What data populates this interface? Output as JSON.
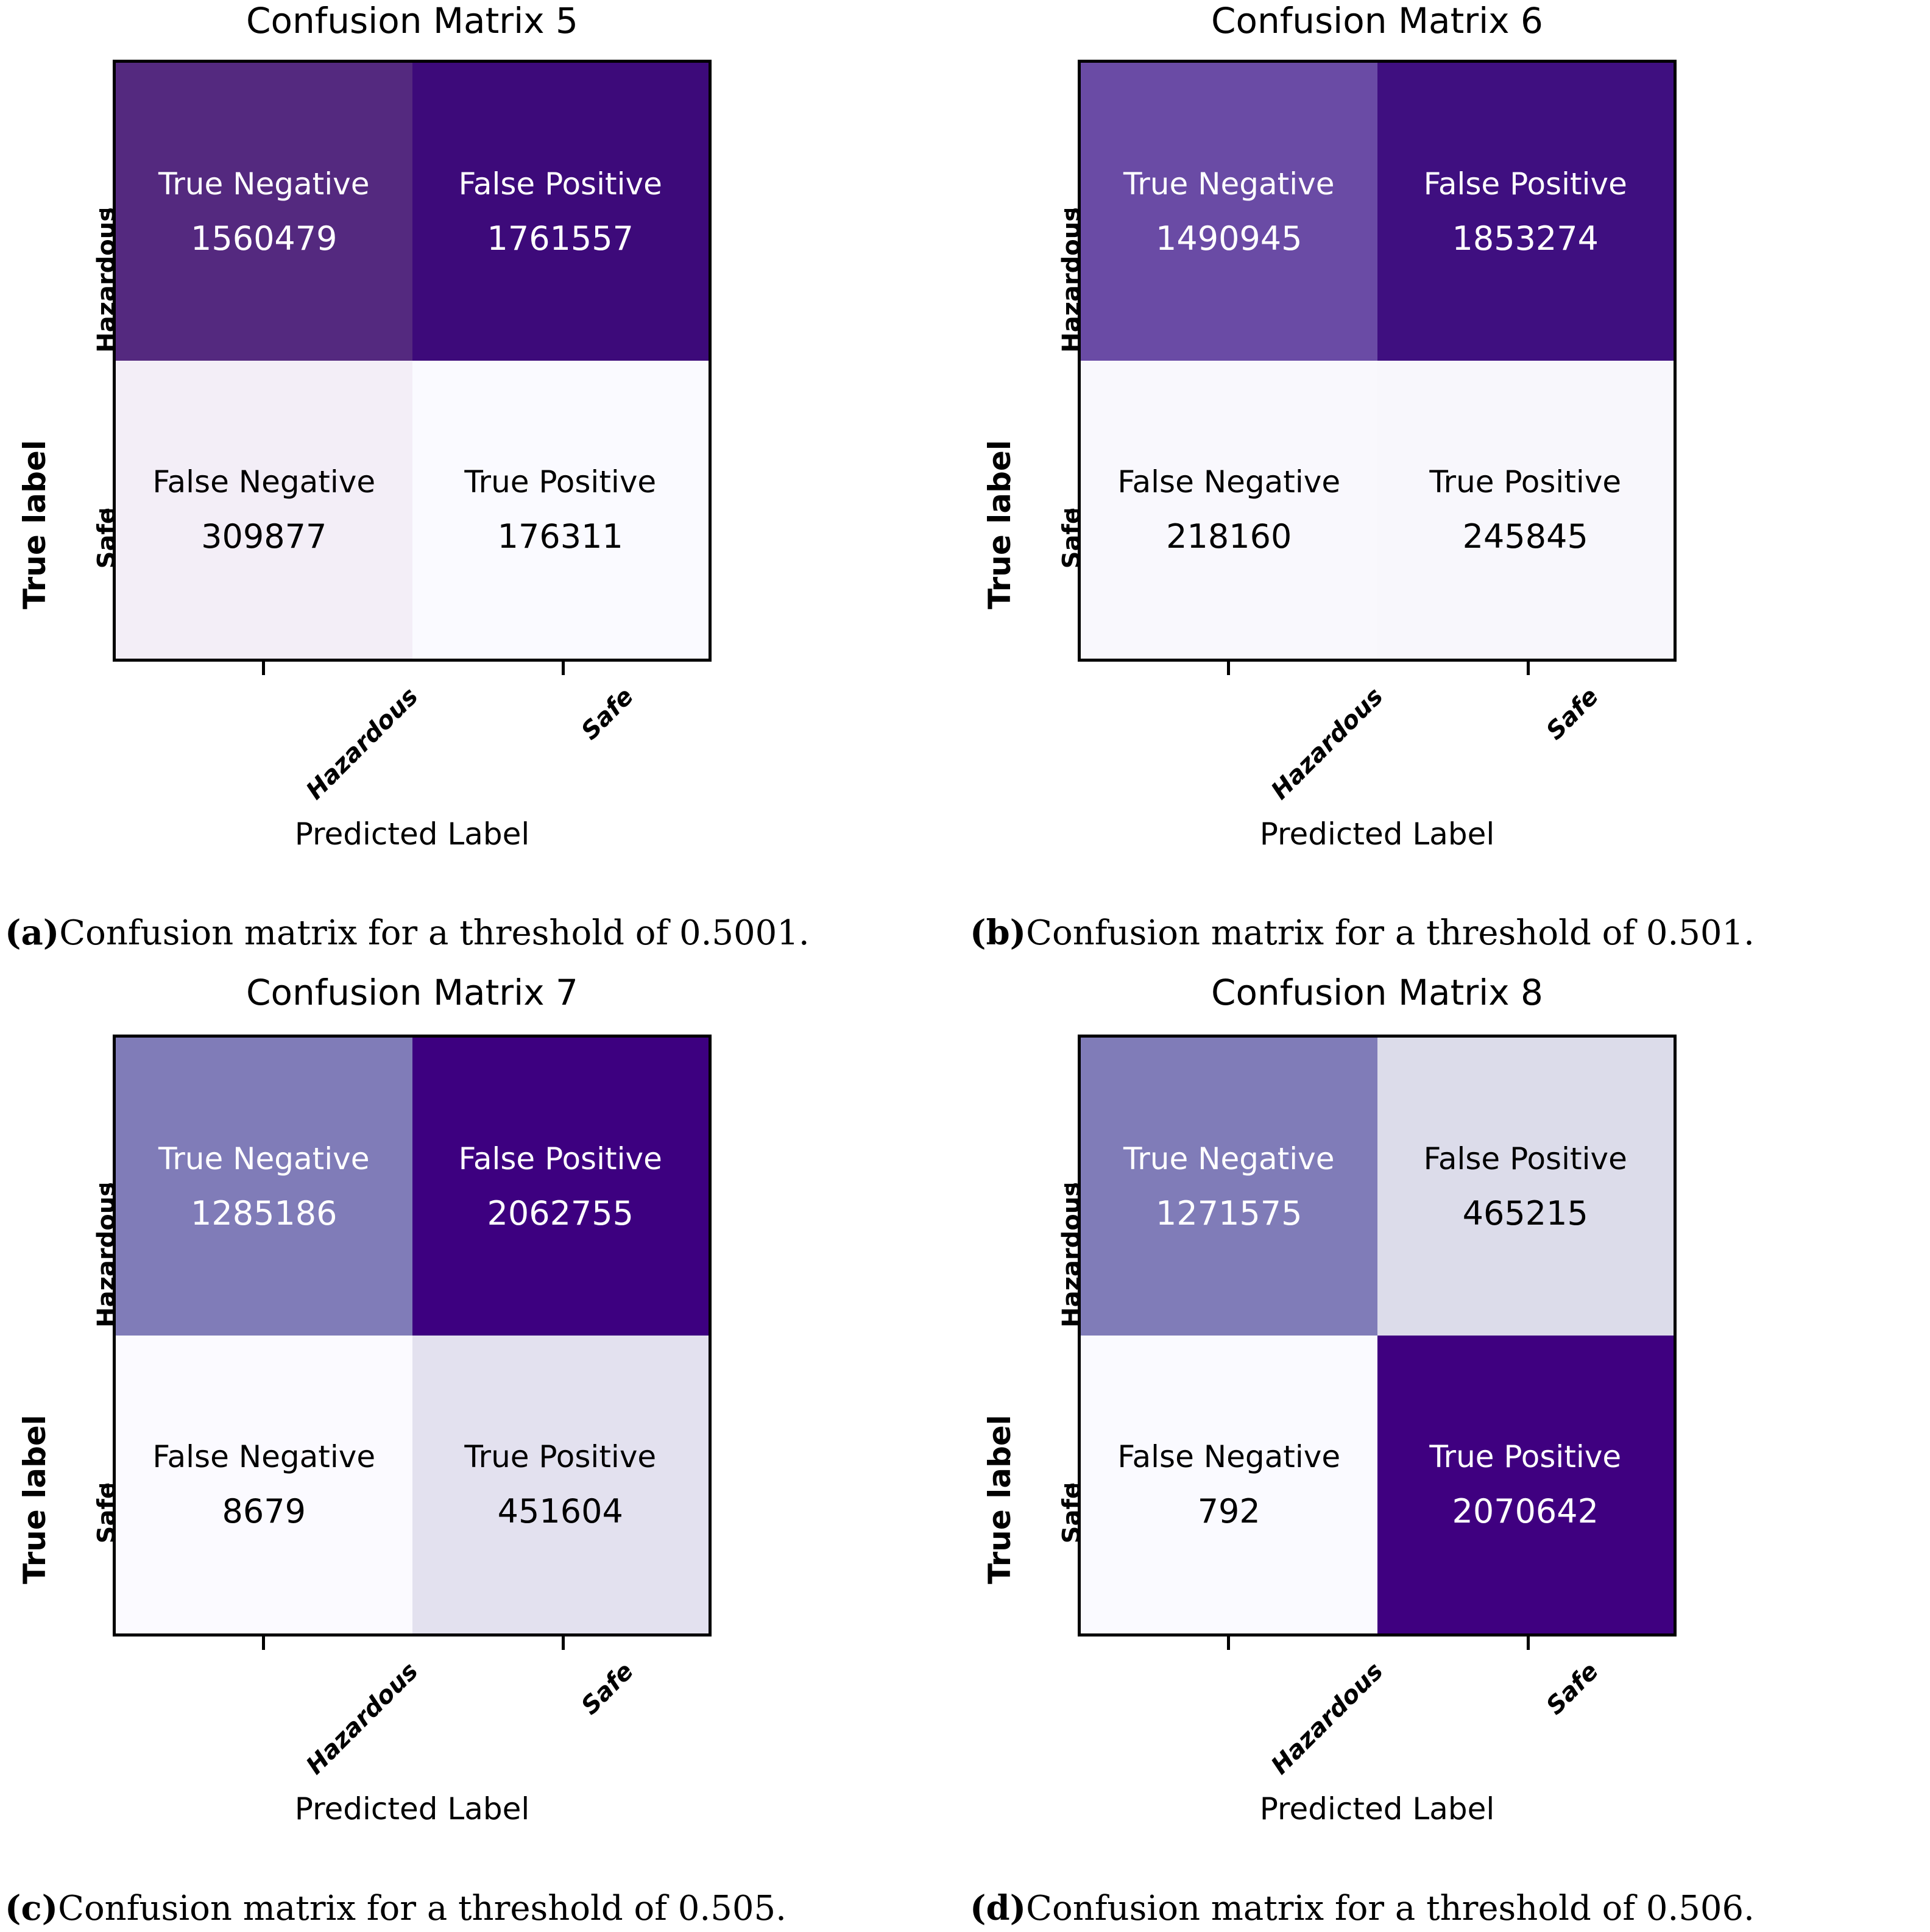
{
  "figure": {
    "layout": "2x2 grid of confusion matrix heatmaps",
    "axis": {
      "ylabel": "True label",
      "xlabel": "Predicted Label",
      "yticks": [
        "Hazardous",
        "Safe"
      ],
      "xticks": [
        "Hazardous",
        "Safe"
      ]
    },
    "cell_labels": {
      "tn": "True Negative",
      "fp": "False Positive",
      "fn": "False Negative",
      "tp": "True Positive"
    }
  },
  "chart_data": [
    {
      "type": "heatmap",
      "id": "cm5",
      "title": "Confusion Matrix 5",
      "xlabel": "Predicted Label",
      "ylabel": "True label",
      "categories": [
        "Hazardous",
        "Safe"
      ],
      "rows": [
        "Hazardous",
        "Safe"
      ],
      "columns": [
        "Hazardous",
        "Safe"
      ],
      "values": [
        [
          1560479,
          1761557
        ],
        [
          309877,
          176311
        ]
      ],
      "cells": [
        {
          "label": "True Negative",
          "value": "1560479",
          "bg": "#54297f",
          "fg": "#ffffff"
        },
        {
          "label": "False Positive",
          "value": "1761557",
          "bg": "#3d0a7a",
          "fg": "#ffffff"
        },
        {
          "label": "False Negative",
          "value": "309877",
          "bg": "#f3eef7",
          "fg": "#000000"
        },
        {
          "label": "True Positive",
          "value": "176311",
          "bg": "#fafaff",
          "fg": "#000000"
        }
      ],
      "caption_tag": "(a)",
      "caption_text": " Confusion matrix for a threshold of 0.5001.",
      "threshold": "0.5001"
    },
    {
      "type": "heatmap",
      "id": "cm6",
      "title": "Confusion Matrix 6",
      "xlabel": "Predicted Label",
      "ylabel": "True label",
      "categories": [
        "Hazardous",
        "Safe"
      ],
      "rows": [
        "Hazardous",
        "Safe"
      ],
      "columns": [
        "Hazardous",
        "Safe"
      ],
      "values": [
        [
          1490945,
          1853274
        ],
        [
          218160,
          245845
        ]
      ],
      "cells": [
        {
          "label": "True Negative",
          "value": "1490945",
          "bg": "#6a4ba5",
          "fg": "#ffffff"
        },
        {
          "label": "False Positive",
          "value": "1853274",
          "bg": "#3f0f80",
          "fg": "#ffffff"
        },
        {
          "label": "False Negative",
          "value": "218160",
          "bg": "#f9f8fd",
          "fg": "#000000"
        },
        {
          "label": "True Positive",
          "value": "245845",
          "bg": "#f8f7fc",
          "fg": "#000000"
        }
      ],
      "caption_tag": "(b)",
      "caption_text": " Confusion matrix for a threshold of 0.501.",
      "threshold": "0.501"
    },
    {
      "type": "heatmap",
      "id": "cm7",
      "title": "Confusion Matrix 7",
      "xlabel": "Predicted Label",
      "ylabel": "True label",
      "categories": [
        "Hazardous",
        "Safe"
      ],
      "rows": [
        "Hazardous",
        "Safe"
      ],
      "columns": [
        "Hazardous",
        "Safe"
      ],
      "values": [
        [
          1285186,
          2062755
        ],
        [
          8679,
          451604
        ]
      ],
      "cells": [
        {
          "label": "True Negative",
          "value": "1285186",
          "bg": "#807cb8",
          "fg": "#ffffff"
        },
        {
          "label": "False Positive",
          "value": "2062755",
          "bg": "#3d0080",
          "fg": "#ffffff"
        },
        {
          "label": "False Negative",
          "value": "8679",
          "bg": "#fbfaff",
          "fg": "#000000"
        },
        {
          "label": "True Positive",
          "value": "451604",
          "bg": "#e3e1ef",
          "fg": "#000000"
        }
      ],
      "caption_tag": "(c)",
      "caption_text": " Confusion matrix for a threshold of 0.505.",
      "threshold": "0.505"
    },
    {
      "type": "heatmap",
      "id": "cm8",
      "title": "Confusion Matrix 8",
      "xlabel": "Predicted Label",
      "ylabel": "True label",
      "categories": [
        "Hazardous",
        "Safe"
      ],
      "rows": [
        "Hazardous",
        "Safe"
      ],
      "columns": [
        "Hazardous",
        "Safe"
      ],
      "values": [
        [
          1271575,
          465215
        ],
        [
          792,
          2070642
        ]
      ],
      "cells": [
        {
          "label": "True Negative",
          "value": "1271575",
          "bg": "#807cb8",
          "fg": "#ffffff"
        },
        {
          "label": "False Positive",
          "value": "465215",
          "bg": "#dcdcea",
          "fg": "#000000"
        },
        {
          "label": "False Negative",
          "value": "792",
          "bg": "#fafaff",
          "fg": "#000000"
        },
        {
          "label": "True Positive",
          "value": "2070642",
          "bg": "#3f0080",
          "fg": "#ffffff"
        }
      ],
      "caption_tag": "(d)",
      "caption_text": " Confusion matrix for a threshold of 0.506.",
      "threshold": "0.506"
    }
  ]
}
